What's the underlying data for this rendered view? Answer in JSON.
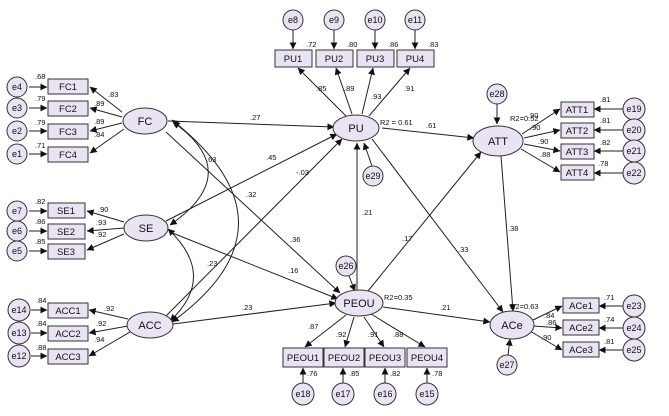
{
  "latent": {
    "FC": {
      "label": "FC"
    },
    "SE": {
      "label": "SE"
    },
    "ACC": {
      "label": "ACC"
    },
    "PU": {
      "label": "PU",
      "r2": "R2 = 0.61"
    },
    "PEOU": {
      "label": "PEOU",
      "r2": "R2=0.35"
    },
    "ATT": {
      "label": "ATT",
      "r2": "R2=0.52"
    },
    "ACe": {
      "label": "ACe",
      "r2": "R2=0.63"
    }
  },
  "indicators": {
    "FC1": {
      "label": "FC1",
      "err": "e4",
      "w": ".83",
      "r2": ".68"
    },
    "FC2": {
      "label": "FC2",
      "err": "e3",
      "w": ".89",
      "r2": ".79"
    },
    "FC3": {
      "label": "FC3",
      "err": "e2",
      "w": ".89",
      "r2": ".79"
    },
    "FC4": {
      "label": "FC4",
      "err": "e1",
      "w": ".84",
      "r2": ".71"
    },
    "SE1": {
      "label": "SE1",
      "err": "e7",
      "w": ".90",
      "r2": ".82"
    },
    "SE2": {
      "label": "SE2",
      "err": "e6",
      "w": ".93",
      "r2": ".86"
    },
    "SE3": {
      "label": "SE3",
      "err": "e5",
      "w": ".92",
      "r2": ".85"
    },
    "ACC1": {
      "label": "ACC1",
      "err": "e14",
      "w": ".92",
      "r2": ".84"
    },
    "ACC2": {
      "label": "ACC2",
      "err": "e13",
      "w": ".92",
      "r2": ".84"
    },
    "ACC3": {
      "label": "ACC3",
      "err": "e12",
      "w": ".94",
      "r2": ".88"
    },
    "PU1": {
      "label": "PU1",
      "err": "e8",
      "w": ".85",
      "r2": ".72"
    },
    "PU2": {
      "label": "PU2",
      "err": "e9",
      "w": ".89",
      "r2": ".80"
    },
    "PU3": {
      "label": "PU3",
      "err": "e10",
      "w": ".93",
      "r2": ".86"
    },
    "PU4": {
      "label": "PU4",
      "err": "e11",
      "w": ".91",
      "r2": ".83"
    },
    "ATT1": {
      "label": "ATT1",
      "err": "e19",
      "w": ".90",
      "r2": ".81"
    },
    "ATT2": {
      "label": "ATT2",
      "err": "e20",
      "w": ".90",
      "r2": ".81"
    },
    "ATT3": {
      "label": "ATT3",
      "err": "e21",
      "w": ".90",
      "r2": ".82"
    },
    "ATT4": {
      "label": "ATT4",
      "err": "e22",
      "w": ".88",
      "r2": ".78"
    },
    "PEOU1": {
      "label": "PEOU1",
      "err": "e18",
      "w": ".87",
      "r2": ".76"
    },
    "PEOU2": {
      "label": "PEOU2",
      "err": "e17",
      "w": ".92",
      "r2": ".85"
    },
    "PEOU3": {
      "label": "PEOU3",
      "err": "e16",
      "w": ".91",
      "r2": ".82"
    },
    "PEOU4": {
      "label": "PEOU4",
      "err": "e15",
      "w": ".88",
      "r2": ".78"
    },
    "ACe1": {
      "label": "ACe1",
      "err": "e23",
      "w": ".84",
      "r2": ".71"
    },
    "ACe2": {
      "label": "ACe2",
      "err": "e24",
      "w": ".86",
      "r2": ".74"
    },
    "ACe3": {
      "label": "ACe3",
      "err": "e25",
      "w": ".90",
      "r2": ".81"
    }
  },
  "disturbances": {
    "PU": "e29",
    "PEOU": "e26",
    "ATT": "e28",
    "ACe": "e27"
  },
  "paths": {
    "FC_PU": ".27",
    "FC_PEOU": ".36",
    "SE_PU": ".45",
    "SE_PEOU": ".16",
    "ACC_PU": "-.03",
    "ACC_PEOU": ".23",
    "PEOU_PU": ".21",
    "PU_ATT": ".61",
    "PEOU_ATT": ".17",
    "PU_ACe": ".33",
    "ATT_ACe": ".38",
    "PEOU_ACe": ".21"
  },
  "covariances": {
    "FC_SE": ".63",
    "FC_ACC": ".32",
    "SE_ACC": ".23"
  }
}
